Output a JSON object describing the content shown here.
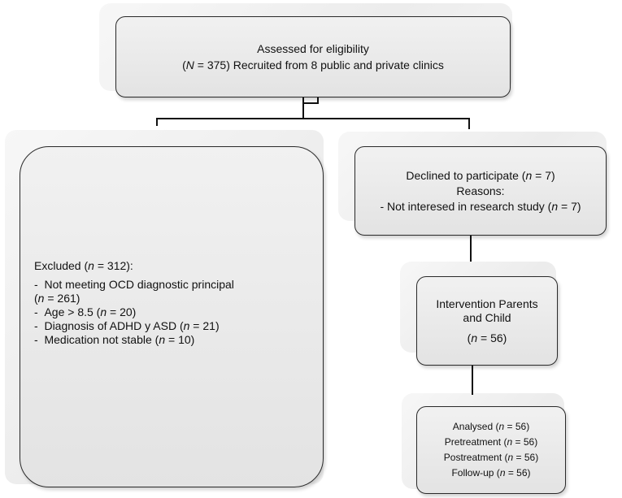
{
  "assessed": {
    "line1": "Assessed for eligibility",
    "open_paren": "(",
    "var": "N",
    "rest": " = 375) Recruited from 8 public and private clinics"
  },
  "excluded": {
    "heading_pre": "Excluded (",
    "heading_var": "n",
    "heading_post": " = 312):",
    "items": [
      {
        "dash": "-",
        "text_pre": "Not meeting OCD diagnostic principal",
        "text_mid_pre": "(",
        "var": "n",
        "text_post": " = 261)"
      },
      {
        "dash": "-",
        "text_pre": "Age > 8.5 (",
        "var": "n",
        "text_post": " = 20)"
      },
      {
        "dash": "-",
        "text_pre": "Diagnosis of ADHD y ASD (",
        "var": "n",
        "text_post": " = 21)"
      },
      {
        "dash": "-",
        "text_pre": "Medication not stable  (",
        "var": "n",
        "text_post": " = 10)"
      }
    ]
  },
  "declined": {
    "line1_pre": "Declined to participate (",
    "line1_var": "n",
    "line1_post": " = 7)",
    "line2": "Reasons:",
    "line3_pre": "- Not interesed in research study (",
    "line3_var": "n",
    "line3_post": " = 7)"
  },
  "intervention": {
    "line1": "Intervention Parents",
    "line2": "and Child",
    "line3_pre": "(",
    "line3_var": "n",
    "line3_post": " = 56)"
  },
  "analysed": {
    "rows": [
      {
        "pre": "Analysed (",
        "var": "n",
        "post": " =  56)"
      },
      {
        "pre": "Pretreatment (",
        "var": "n",
        "post": " =  56)"
      },
      {
        "pre": "Postreatment (",
        "var": "n",
        "post": " = 56)"
      },
      {
        "pre": "Follow-up (",
        "var": "n",
        "post": " = 56)"
      }
    ]
  }
}
